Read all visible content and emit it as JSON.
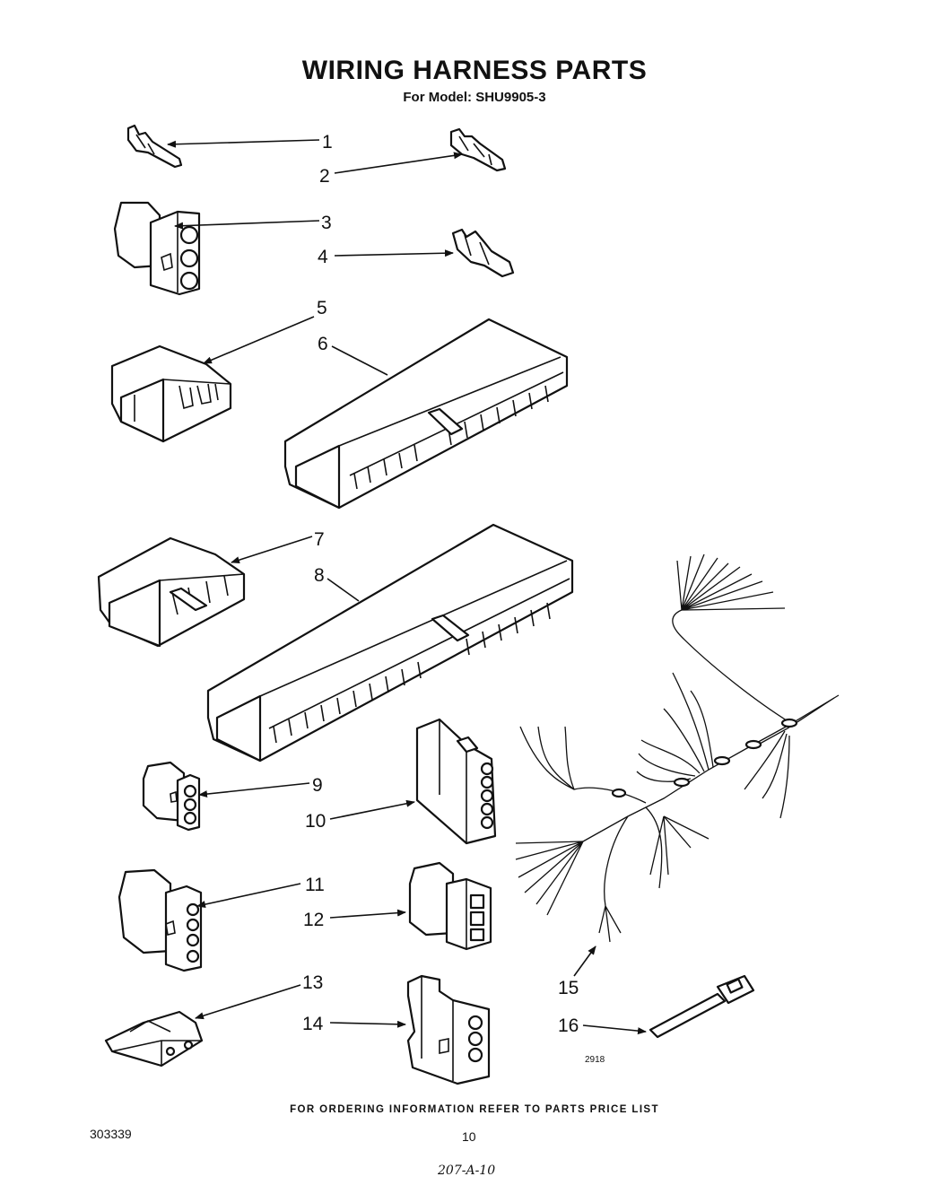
{
  "header": {
    "title": "WIRING HARNESS PARTS",
    "model_label": "For Model:",
    "model_number": "SHU9905-3"
  },
  "callouts": [
    "1",
    "2",
    "3",
    "4",
    "5",
    "6",
    "7",
    "8",
    "9",
    "10",
    "11",
    "12",
    "13",
    "14",
    "15",
    "16"
  ],
  "diagram_code": "2918",
  "footer": {
    "ordering_note": "FOR ORDERING INFORMATION REFER TO PARTS PRICE LIST",
    "document_number": "303339",
    "page_number": "10",
    "handwritten_note": "207-A-10"
  }
}
